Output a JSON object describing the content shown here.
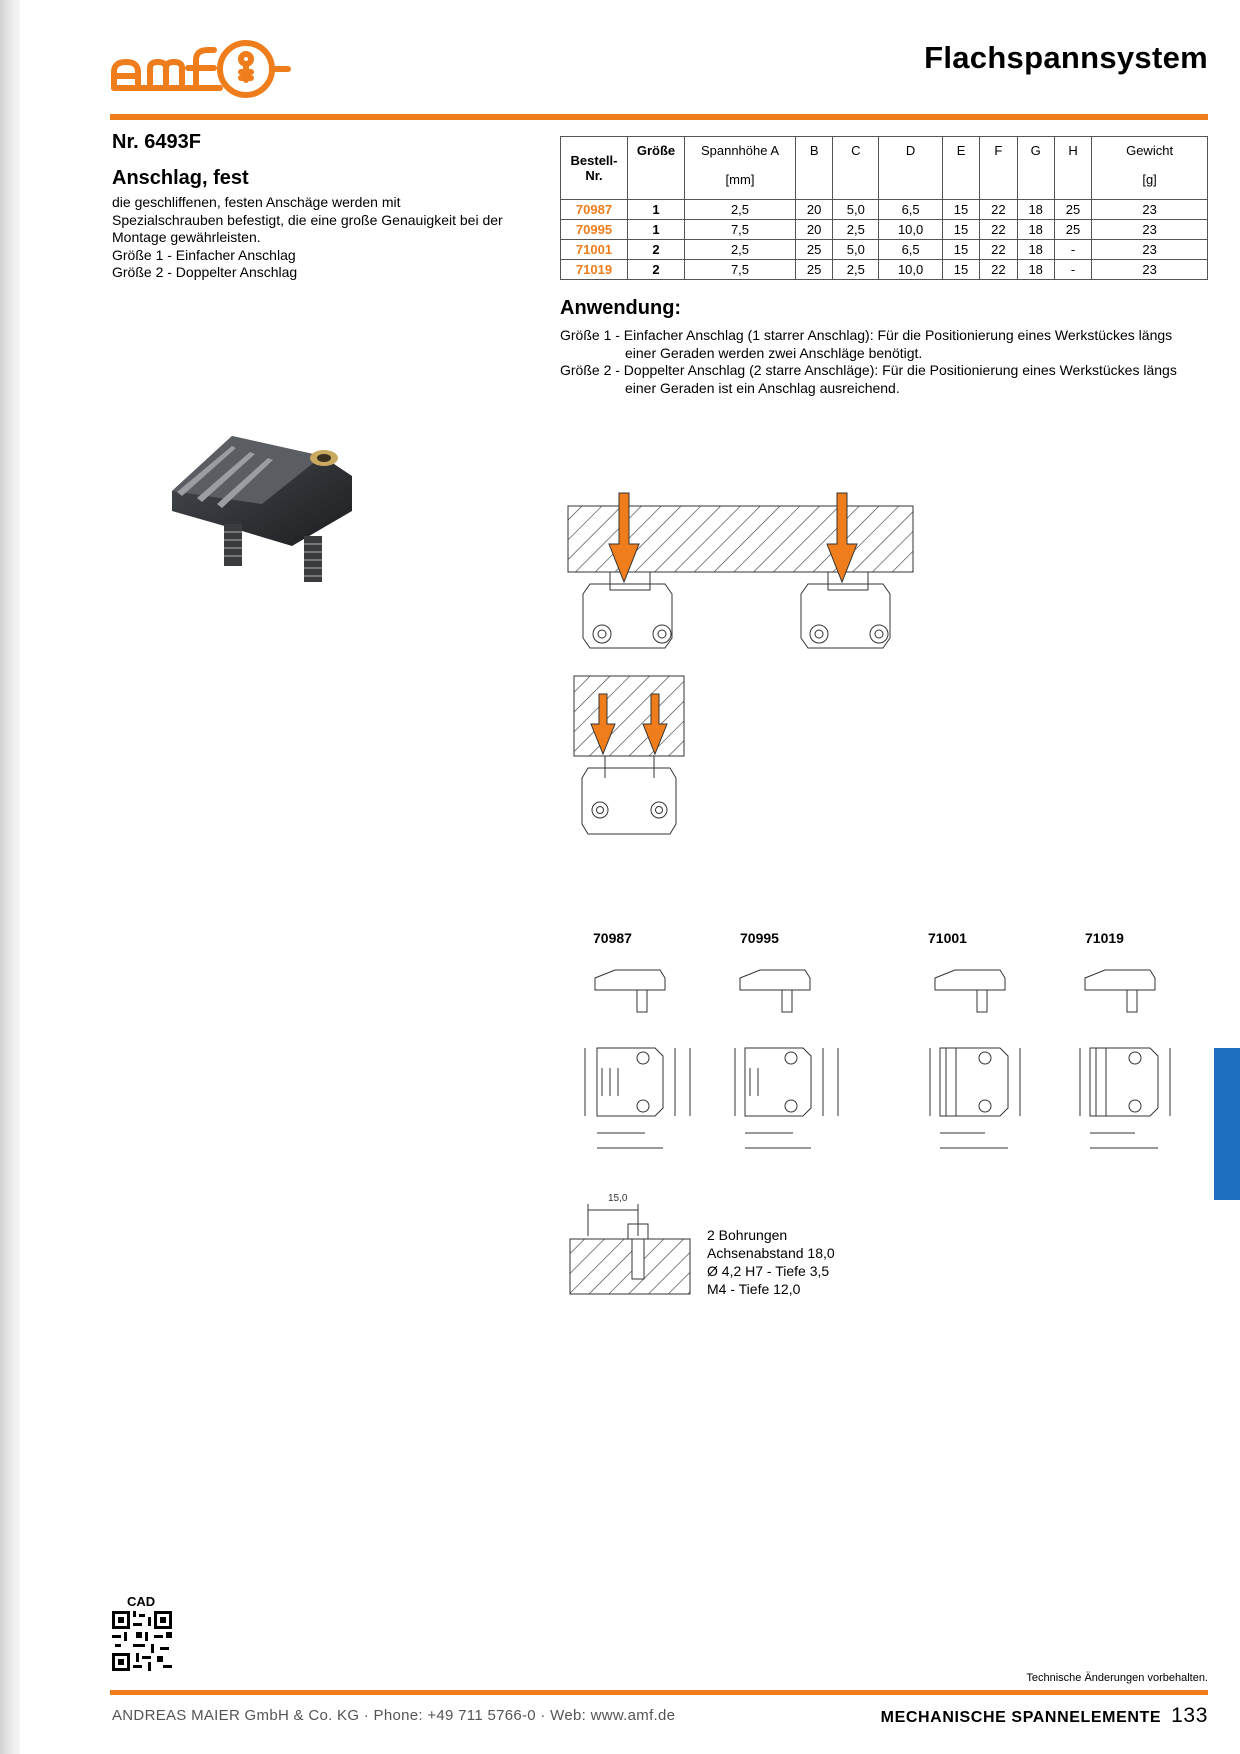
{
  "header": {
    "title": "Flachspannsystem",
    "logo_text": "amf"
  },
  "product": {
    "number": "Nr. 6493F",
    "name": "Anschlag, fest",
    "description": [
      "die geschliffenen, festen Anschäge werden mit",
      "Spezialschrauben befestigt, die eine große Genauigkeit bei der",
      "Montage gewährleisten.",
      "Größe 1 - Einfacher Anschlag",
      "Größe 2 - Doppelter Anschlag"
    ]
  },
  "table": {
    "headers": {
      "order_no": "Bestell- Nr.",
      "size": "Größe",
      "clamp_height": "Spannhöhe A",
      "b": "B",
      "c": "C",
      "d": "D",
      "e": "E",
      "f": "F",
      "g": "G",
      "h": "H",
      "weight": "Gewicht",
      "unit_mm": "[mm]",
      "unit_g": "[g]"
    },
    "rows": [
      [
        "70987",
        "1",
        "2,5",
        "20",
        "5,0",
        "6,5",
        "15",
        "22",
        "18",
        "25",
        "23"
      ],
      [
        "70995",
        "1",
        "7,5",
        "20",
        "2,5",
        "10,0",
        "15",
        "22",
        "18",
        "25",
        "23"
      ],
      [
        "71001",
        "2",
        "2,5",
        "25",
        "5,0",
        "6,5",
        "15",
        "22",
        "18",
        "-",
        "23"
      ],
      [
        "71019",
        "2",
        "7,5",
        "25",
        "2,5",
        "10,0",
        "15",
        "22",
        "18",
        "-",
        "23"
      ]
    ]
  },
  "application": {
    "heading": "Anwendung:",
    "items": [
      {
        "key": "Größe 1 - ",
        "line1": "Einfacher Anschlag (1 starrer Anschlag): Für die Positionierung eines Werkstückes längs",
        "line2": "einer Geraden werden zwei Anschläge benötigt."
      },
      {
        "key": "Größe 2 - ",
        "line1": "Doppelter Anschlag (2 starre Anschläge): Für die Positionierung eines Werkstückes längs",
        "line2": "einer Geraden ist ein Anschlag ausreichend."
      }
    ]
  },
  "drawings": {
    "labels": [
      "70987",
      "70995",
      "71001",
      "71019"
    ],
    "dim_15": "15,0"
  },
  "holes_note": [
    "2 Bohrungen",
    "Achsenabstand 18,0",
    "Ø 4,2 H7 - Tiefe 3,5",
    "M4 - Tiefe 12,0"
  ],
  "cad_label": "CAD",
  "footer": {
    "note": "Technische Änderungen vorbehalten.",
    "company": "ANDREAS MAIER GmbH & Co. KG · Phone: +49 711 5766-0 · Web: www.amf.de",
    "section": "MECHANISCHE SPANNELEMENTE",
    "page": "133"
  },
  "colors": {
    "accent": "#f07d1b",
    "tab": "#1e6fbf"
  }
}
